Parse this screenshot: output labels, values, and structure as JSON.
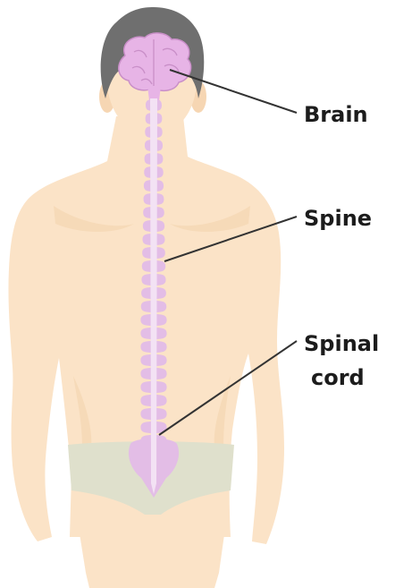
{
  "labels": {
    "brain": "Brain",
    "spine": "Spine",
    "spinal_cord_line1": "Spinal",
    "spinal_cord_line2": "cord"
  },
  "colors": {
    "background": "#ffffff",
    "skin": "#fbe3c7",
    "skin_shadow": "#f3d3ad",
    "hair": "#6f6f6f",
    "brain": "#e7b4e6",
    "brain_outline": "#c98fc8",
    "spine": "#e3bde6",
    "spine_center": "#f3e2f4",
    "underwear": "#dfe0cc",
    "label_text": "#1c1c1c",
    "leader_line": "#333333"
  }
}
